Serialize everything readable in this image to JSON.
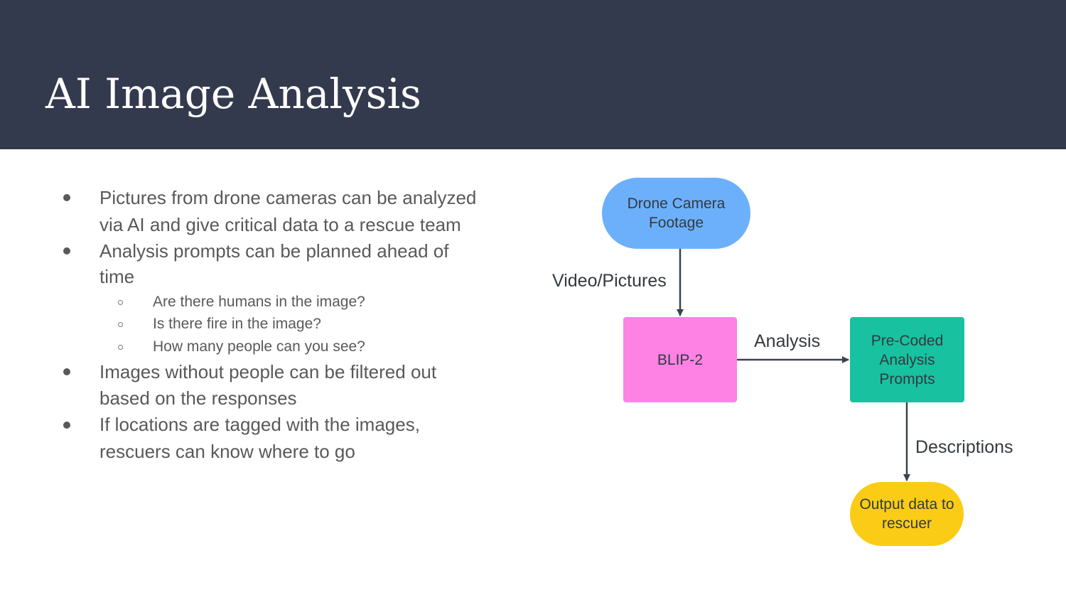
{
  "slide": {
    "title": "AI Image Analysis",
    "colors": {
      "header": "#343a4e",
      "title_text": "#ffffff",
      "body_text": "#595959"
    }
  },
  "bullets": [
    {
      "text": [
        "Pictures from drone cameras can be analyzed",
        "via AI and give critical data to a rescue team"
      ],
      "sub": []
    },
    {
      "text": [
        "Analysis prompts can be planned ahead of",
        "time"
      ],
      "sub": [
        "Are there humans in the image?",
        "Is there fire in the image?",
        "How many people can you see?"
      ]
    },
    {
      "text": [
        "Images without people can be filtered out",
        "based on the responses"
      ],
      "sub": []
    },
    {
      "text": [
        "If locations are tagged with the images,",
        "rescuers can know where to go"
      ],
      "sub": []
    }
  ],
  "diagram": {
    "nodes": [
      {
        "id": "drone",
        "label": "Drone Camera\nFootage",
        "shape": "pill",
        "color": "#6cb0fb"
      },
      {
        "id": "blip",
        "label": "BLIP-2",
        "shape": "box",
        "color": "#fe82e4"
      },
      {
        "id": "prompts",
        "label": "Pre-Coded\nAnalysis\nPrompts",
        "shape": "box",
        "color": "#18c1a0"
      },
      {
        "id": "output",
        "label": "Output data to\nrescuer",
        "shape": "pill",
        "color": "#facc15"
      }
    ],
    "edges": [
      {
        "from": "drone",
        "to": "blip",
        "label": "Video/Pictures"
      },
      {
        "from": "blip",
        "to": "prompts",
        "label": "Analysis"
      },
      {
        "from": "prompts",
        "to": "output",
        "label": "Descriptions"
      }
    ],
    "edge_color": "#3b424d"
  }
}
